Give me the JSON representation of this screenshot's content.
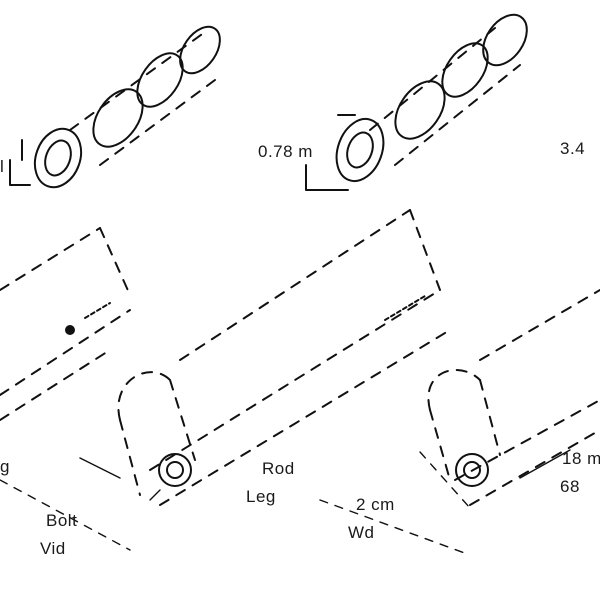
{
  "labels": {
    "top_left": "l",
    "top_middle": "0.78 m",
    "top_right": "3.4",
    "shelf_left_bottom": "g",
    "dim_left_top": "Bolt",
    "dim_left_bottom": "Vid",
    "dim_mid_top": "Rod",
    "dim_mid_bottom": "Leg",
    "dim_right_top": "2 cm",
    "dim_right_bottom": "Wd",
    "far_right_top": "18 m",
    "far_right_bottom": "68"
  },
  "colors": {
    "line": "#111111",
    "background": "#ffffff"
  }
}
